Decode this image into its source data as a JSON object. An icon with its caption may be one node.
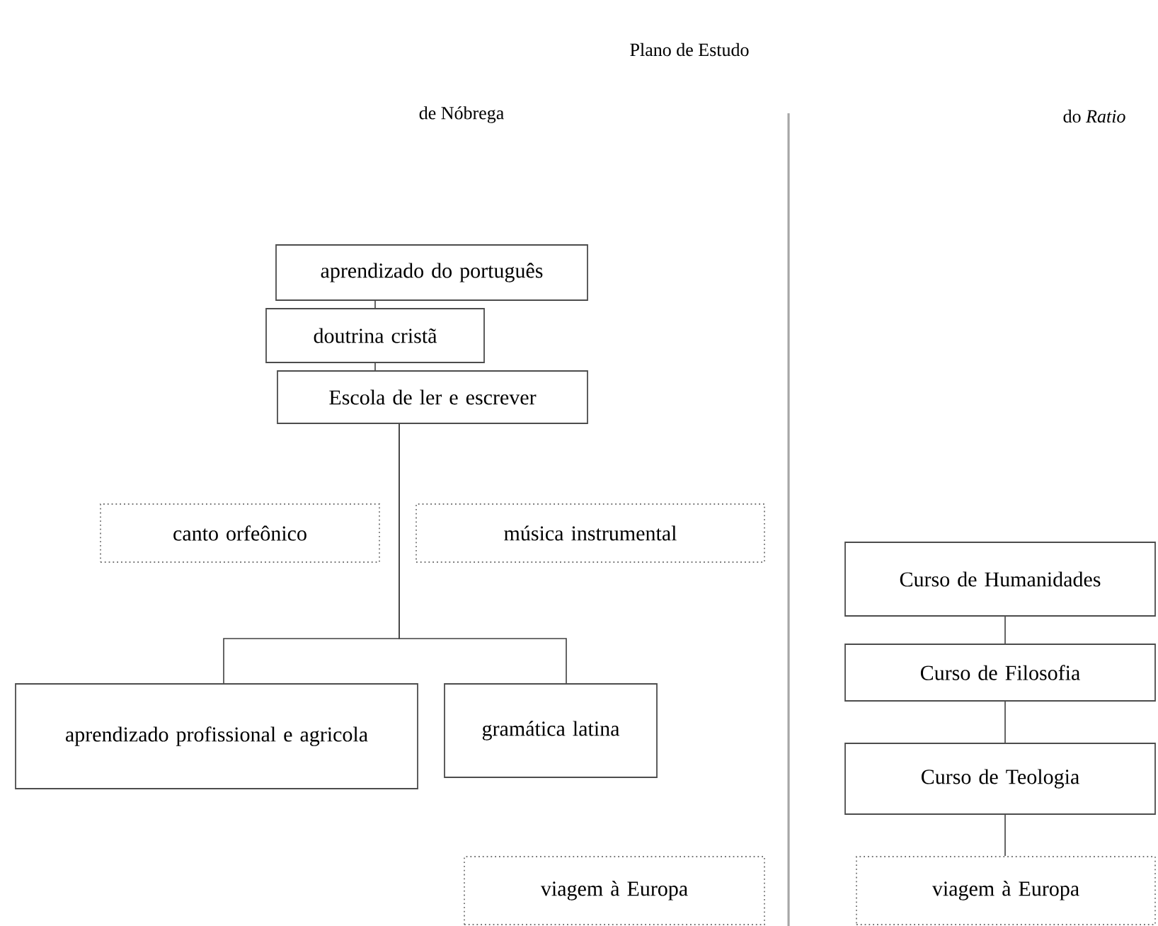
{
  "diagram": {
    "title": "Plano de Estudo",
    "nodes": [
      {
        "text": [
          "aprendizado do português"
        ]
      },
      {
        "text": [
          "doutrina cristã"
        ]
      },
      {
        "text": [
          "Escola de ler e escrever"
        ]
      },
      {
        "text": [
          "canto orfeônico"
        ]
      },
      {
        "text": [
          "música instrumental"
        ]
      },
      {
        "text": [
          "aprendizado profissional e agricola"
        ]
      },
      {
        "text": [
          "gramática latina"
        ]
      },
      {
        "text": [
          "viagem à Europa"
        ]
      },
      {
        "text": [
          "Curso de Humanidades"
        ]
      },
      {
        "text": [
          "Curso de Filosofia"
        ]
      },
      {
        "text": [
          "Curso de Teologia"
        ]
      },
      {
        "text": [
          "viagem à Europa"
        ]
      }
    ],
    "edges": [
      {
        "from": 0,
        "to": 1,
        "arrow": "none"
      },
      {
        "from": 1,
        "to": 2,
        "arrow": "none"
      },
      {
        "from": 2,
        "to": 5,
        "arrow": "none"
      },
      {
        "from": 2,
        "to": 6,
        "arrow": "none"
      },
      {
        "from": 8,
        "to": 9,
        "arrow": "none"
      },
      {
        "from": 9,
        "to": 10,
        "arrow": "none"
      },
      {
        "from": 10,
        "to": 11,
        "arrow": "none"
      }
    ],
    "labels": [
      "de Nóbrega",
      "do *Ratio*"
    ]
  }
}
